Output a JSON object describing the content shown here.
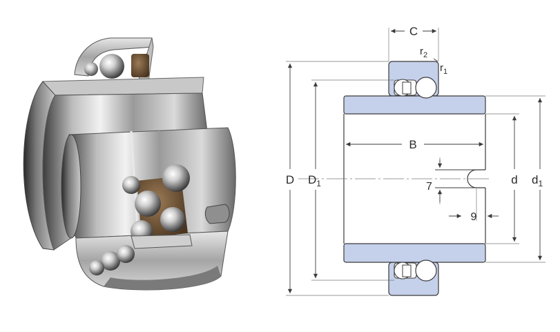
{
  "image": {
    "description_icon": "bearing-3d-cutaway-illustration"
  },
  "drawing": {
    "labels": {
      "C": "C",
      "r2": "r",
      "r2_sub": "2",
      "r1": "r",
      "r1_sub": "1",
      "B": "B",
      "D": "D",
      "D1": "D",
      "D1_sub": "1",
      "d": "d",
      "d1": "d",
      "d1_sub": "1",
      "seven": "7",
      "nine": "9"
    },
    "colors": {
      "ring_fill": "#c5d0ea",
      "line": "#3a3a3a",
      "dim_line": "#555555"
    }
  }
}
